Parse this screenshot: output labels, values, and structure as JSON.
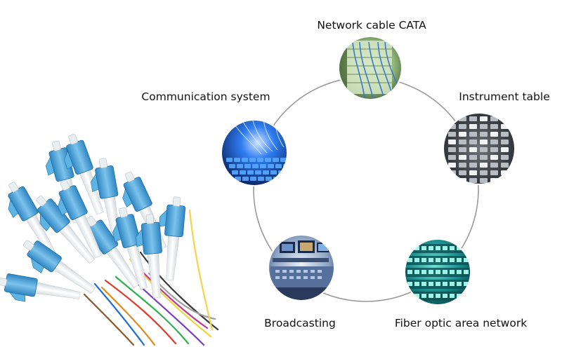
{
  "diagram": {
    "nodes": [
      {
        "id": "network-cable",
        "label": "Network cable CATA",
        "icon": "server-rack-cables-photo"
      },
      {
        "id": "instrument-table",
        "label": "Instrument table",
        "icon": "server-panel-photo"
      },
      {
        "id": "fiber-area-network",
        "label": "Fiber optic area network",
        "icon": "network-switch-photo"
      },
      {
        "id": "broadcasting",
        "label": "Broadcasting",
        "icon": "broadcast-control-room-photo"
      },
      {
        "id": "communication-system",
        "label": "Communication system",
        "icon": "fiber-keyboard-photo"
      }
    ],
    "product_image": "fiber-optic-pigtail-lc-connectors-photo"
  },
  "colors": {
    "ring": "#9a9a9a",
    "connector_blue": "#4aa3d8",
    "boot_white": "#f2f4f5"
  }
}
